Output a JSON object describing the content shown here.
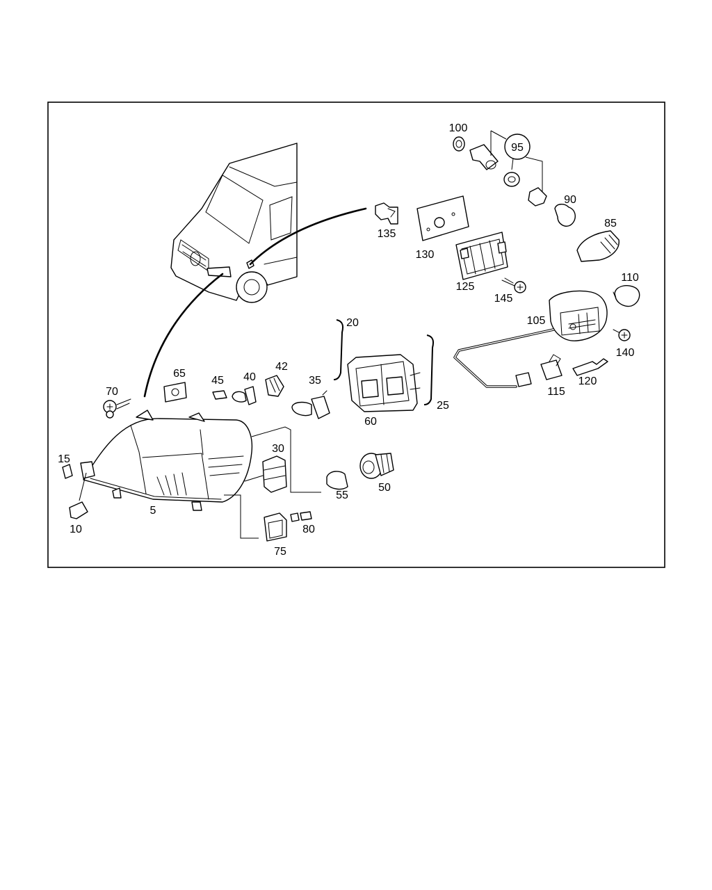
{
  "diagram": {
    "callouts": {
      "c5": "5",
      "c10": "10",
      "c15": "15",
      "c20": "20",
      "c25": "25",
      "c30": "30",
      "c35": "35",
      "c40": "40",
      "c42": "42",
      "c45": "45",
      "c50": "50",
      "c55": "55",
      "c60": "60",
      "c65": "65",
      "c70": "70",
      "c75": "75",
      "c80": "80",
      "c85": "85",
      "c90": "90",
      "c95": "95",
      "c100": "100",
      "c105": "105",
      "c110": "110",
      "c115": "115",
      "c120": "120",
      "c125": "125",
      "c130": "130",
      "c135": "135",
      "c140": "140",
      "c145": "145"
    }
  }
}
